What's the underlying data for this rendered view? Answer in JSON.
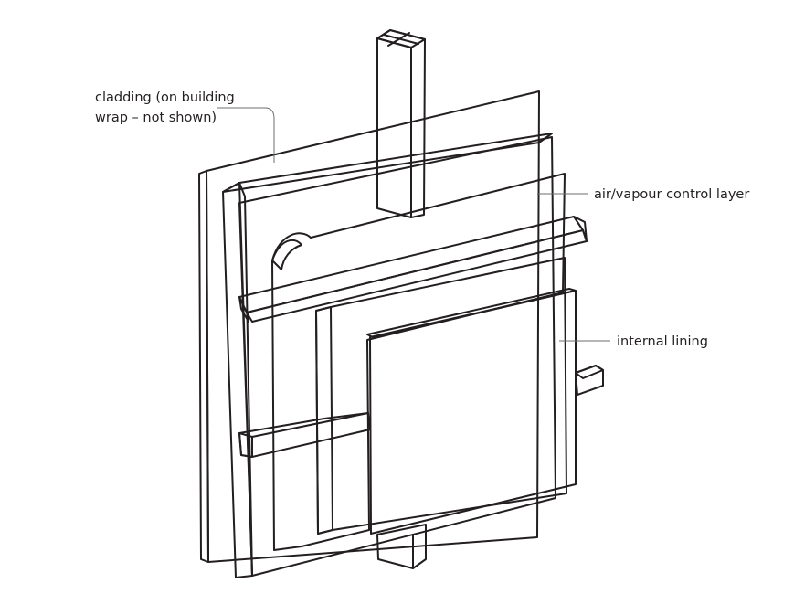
{
  "labels": {
    "cladding_line1": "cladding (on building",
    "cladding_line2": "wrap – not shown)",
    "air_vapour": "air/vapour control layer",
    "internal_lining": "internal lining"
  },
  "colors": {
    "cladding": "#f6d9a9",
    "cladding_edge": "#fbeccf",
    "insulation": "#fbad3f",
    "insulation_side": "#f7941d",
    "membrane": "#808285",
    "timber": "#f4c3b8",
    "timber_dark": "#e79a92",
    "lining": "#e2d3ea",
    "lining_edge": "#b9a2cc"
  }
}
